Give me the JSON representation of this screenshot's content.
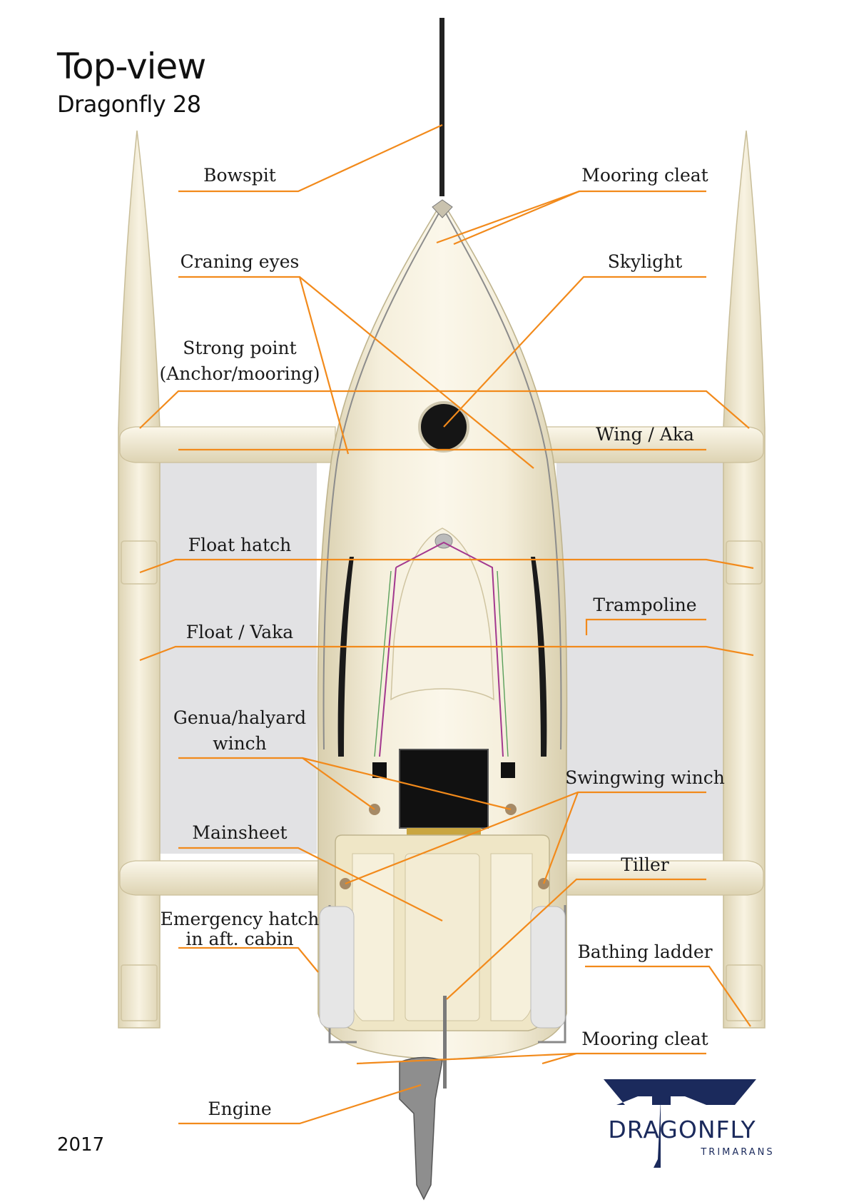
{
  "title": "Top-view",
  "subtitle": "Dragonfly 28",
  "year": "2017",
  "logo": {
    "name": "DRAGONFLY",
    "tagline": "TRIMARANS",
    "color": "#1b2a5c"
  },
  "leader_color": "#f28a1b",
  "hull_color": "#f1ead2",
  "trampoline_color": "#e2e2e4",
  "labels": {
    "bowspit": "Bowspit",
    "mooring_cleat_fwd": "Mooring cleat",
    "craning_eyes": "Craning eyes",
    "skylight": "Skylight",
    "strong_point_1": "Strong point",
    "strong_point_2": "(Anchor/mooring)",
    "wing_aka": "Wing  / Aka",
    "float_hatch": "Float hatch",
    "trampoline": "Trampoline",
    "float_vaka": "Float / Vaka",
    "genua_winch_1": "Genua/halyard",
    "genua_winch_2": "winch",
    "swingwing_winch": "Swingwing winch",
    "mainsheet": "Mainsheet",
    "tiller": "Tiller",
    "emergency_hatch_1": "Emergency hatch",
    "emergency_hatch_2": "in aft. cabin",
    "bathing_ladder": "Bathing ladder",
    "mooring_cleat_aft": "Mooring cleat",
    "engine": "Engine"
  }
}
